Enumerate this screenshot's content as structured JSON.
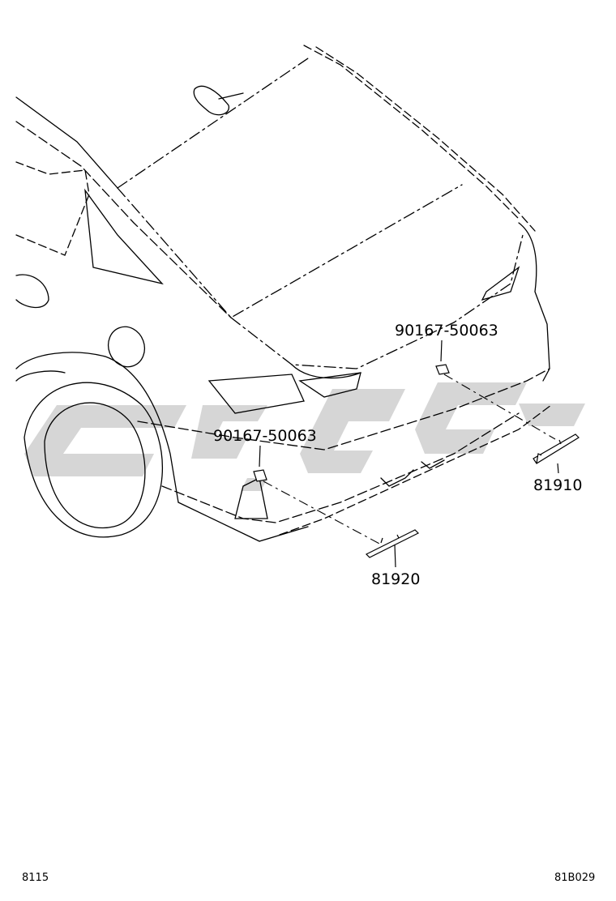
{
  "callouts": {
    "bolt_upper": "90167-50063",
    "bolt_lower": "90167-50063",
    "reflector_right": "81910",
    "reflector_left": "81920"
  },
  "footer": {
    "left_code": "8115",
    "right_code": "81B029"
  },
  "watermark": {
    "color": "#d4d4d4"
  }
}
